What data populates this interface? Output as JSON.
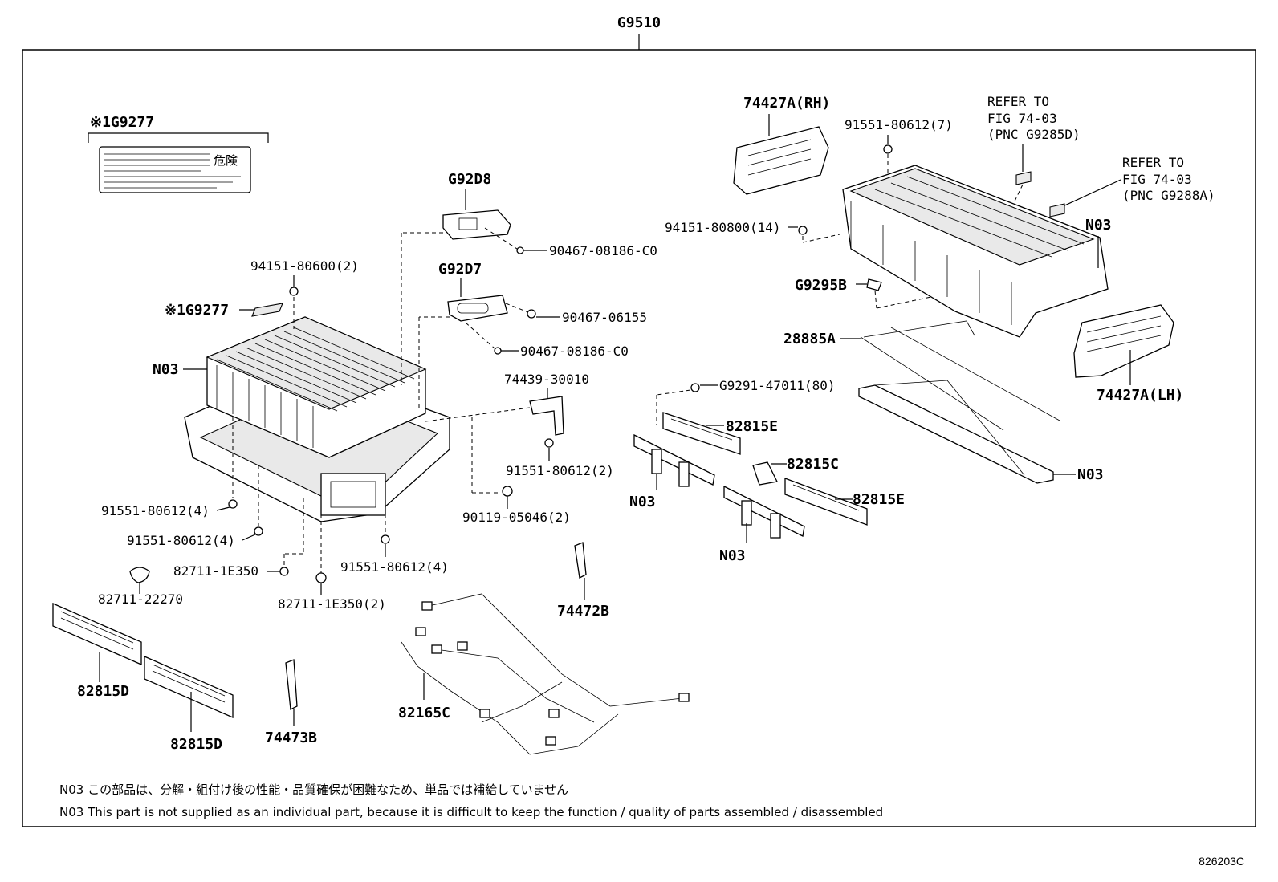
{
  "assembly_code": "G9510",
  "figure_code": "826203C",
  "label_group": {
    "mark": "※1G9277",
    "kanji_title": "危険"
  },
  "callouts": {
    "g9277_small": "※1G9277",
    "g92d8": "G92D8",
    "g92d7": "G92D7",
    "p90467_08186_a": "90467-08186-C0",
    "p90467_06155": "90467-06155",
    "p90467_08186_b": "90467-08186-C0",
    "p94151_80600": "94151-80600(2)",
    "n03_left": "N03",
    "p74439": "74439-30010",
    "p91551_2": "91551-80612(2)",
    "p90119": "90119-05046(2)",
    "p91551_4a": "91551-80612(4)",
    "p91551_4b": "91551-80612(4)",
    "p91551_4c": "91551-80612(4)",
    "p82711_1e350": "82711-1E350",
    "p82711_1e350_2": "82711-1E350(2)",
    "p82711_22270": "82711-22270",
    "p82815d_a": "82815D",
    "p82815d_b": "82815D",
    "p74473b": "74473B",
    "p74472b": "74472B",
    "p82165c": "82165C",
    "p74427a_rh": "74427A(RH)",
    "p91551_7": "91551-80612(7)",
    "p94151_80800": "94151-80800(14)",
    "g9295b": "G9295B",
    "p28885a": "28885A",
    "p74427a_lh": "74427A(LH)",
    "n03_right_top": "N03",
    "g9291": "G9291-47011(80)",
    "p82815e_a": "82815E",
    "p82815c": "82815C",
    "p82815e_b": "82815E",
    "n03_bus_left": "N03",
    "n03_bus_mid": "N03",
    "n03_rod": "N03"
  },
  "refer_1": {
    "line1": "REFER TO",
    "line2": "FIG 74-03",
    "line3": "(PNC G9285D)"
  },
  "refer_2": {
    "line1": "REFER TO",
    "line2": "FIG 74-03",
    "line3": "(PNC G9288A)"
  },
  "notes": {
    "jp": "N03 この部品は、分解・組付け後の性能・品質確保が困難なため、単品では補給していません",
    "en": "N03 This part is not supplied as an individual part, because it is difficult to keep the function / quality of parts assembled / disassembled"
  }
}
